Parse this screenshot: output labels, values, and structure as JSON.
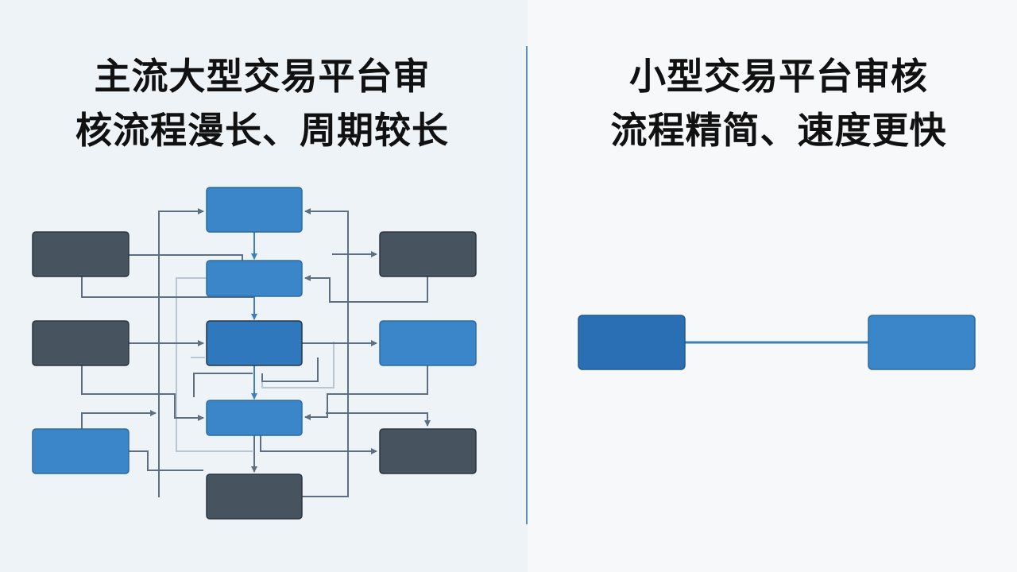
{
  "left_panel": {
    "title_lines": [
      "主流大型交易平台审",
      "核流程漫长、周期较长"
    ]
  },
  "right_panel": {
    "title_lines": [
      "小型交易平台审核",
      "流程精简、速度更快"
    ]
  },
  "colors": {
    "blue_box": "#3a86c8",
    "dark_box": "#47535f",
    "connector": "#5d6f80",
    "divider": "#5f8fb7"
  }
}
